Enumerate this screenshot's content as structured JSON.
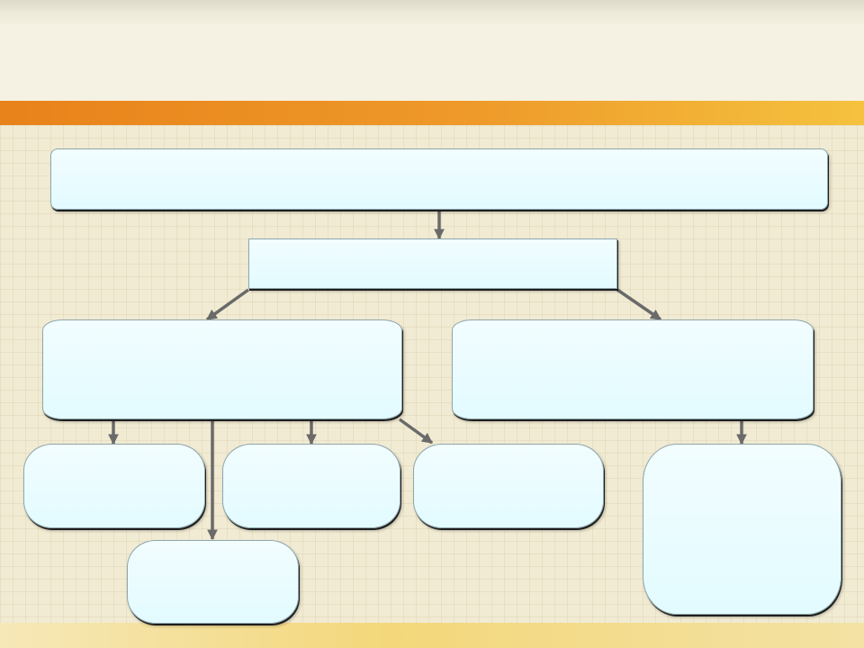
{
  "diagram": {
    "nodes": [
      {
        "id": "root",
        "label": ""
      },
      {
        "id": "level1",
        "label": ""
      },
      {
        "id": "left-branch",
        "label": ""
      },
      {
        "id": "right-branch",
        "label": ""
      },
      {
        "id": "leaf-1",
        "label": ""
      },
      {
        "id": "leaf-2",
        "label": ""
      },
      {
        "id": "leaf-3",
        "label": ""
      },
      {
        "id": "leaf-4",
        "label": ""
      },
      {
        "id": "leaf-5",
        "label": ""
      }
    ],
    "edges": [
      {
        "from": "root",
        "to": "level1"
      },
      {
        "from": "level1",
        "to": "left-branch"
      },
      {
        "from": "level1",
        "to": "right-branch"
      },
      {
        "from": "left-branch",
        "to": "leaf-1"
      },
      {
        "from": "left-branch",
        "to": "leaf-2"
      },
      {
        "from": "left-branch",
        "to": "leaf-3"
      },
      {
        "from": "left-branch",
        "to": "leaf-4"
      },
      {
        "from": "right-branch",
        "to": "leaf-5"
      }
    ],
    "colors": {
      "node_fill": "#e6fcff",
      "node_border": "#8fa6ac",
      "node_shadow": "#1e1e1e",
      "arrow": "#6a6a6a",
      "accent_band": "#ee9a2a",
      "bottom_band": "#f3d77a"
    }
  }
}
